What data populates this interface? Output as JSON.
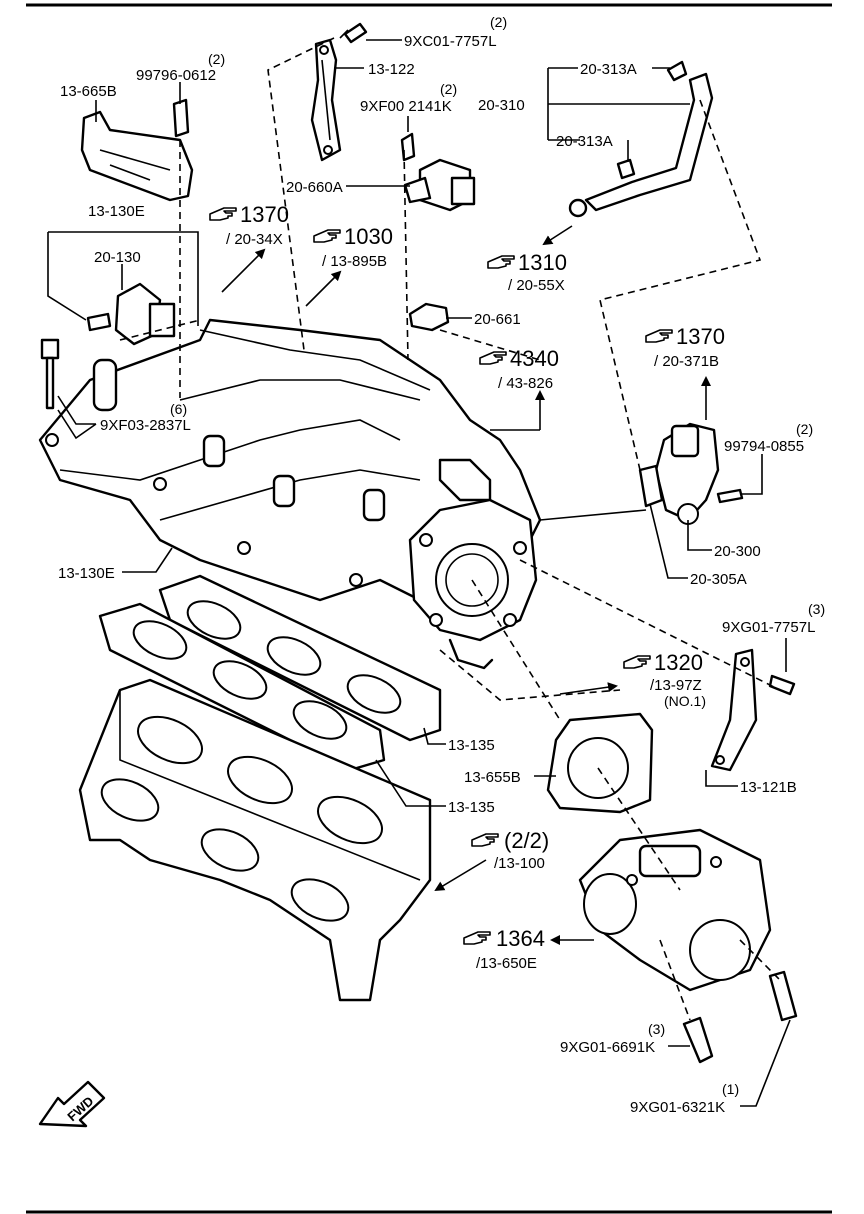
{
  "diagram": {
    "part_labels": [
      {
        "id": "p1",
        "text": "9XC01-7757L",
        "qty": "(2)"
      },
      {
        "id": "p2",
        "text": "13-122",
        "qty": ""
      },
      {
        "id": "p3",
        "text": "9XF00 2141K",
        "qty": "(2)"
      },
      {
        "id": "p4",
        "text": "20-660A",
        "qty": ""
      },
      {
        "id": "p5",
        "text": "13-665B",
        "qty": ""
      },
      {
        "id": "p6",
        "text": "99796-0612",
        "qty": "(2)"
      },
      {
        "id": "p7",
        "text": "13-130E",
        "qty": ""
      },
      {
        "id": "p8",
        "text": "20-130",
        "qty": ""
      },
      {
        "id": "p9",
        "text": "20-313A",
        "qty": ""
      },
      {
        "id": "p10",
        "text": "20-310",
        "qty": ""
      },
      {
        "id": "p11",
        "text": "20-313A",
        "qty": ""
      },
      {
        "id": "p12",
        "text": "20-661",
        "qty": ""
      },
      {
        "id": "p13",
        "text": "9XF03-2837L",
        "qty": "(6)"
      },
      {
        "id": "p14",
        "text": "99794-0855",
        "qty": "(2)"
      },
      {
        "id": "p15",
        "text": "20-300",
        "qty": ""
      },
      {
        "id": "p16",
        "text": "20-305A",
        "qty": ""
      },
      {
        "id": "p17",
        "text": "13-130E",
        "qty": ""
      },
      {
        "id": "p18",
        "text": "9XG01-7757L",
        "qty": "(3)"
      },
      {
        "id": "p19",
        "text": "13-135",
        "qty": ""
      },
      {
        "id": "p20",
        "text": "13-135",
        "qty": ""
      },
      {
        "id": "p21",
        "text": "13-655B",
        "qty": ""
      },
      {
        "id": "p22",
        "text": "13-121B",
        "qty": ""
      },
      {
        "id": "p23",
        "text": "9XG01-6691K",
        "qty": "(3)"
      },
      {
        "id": "p24",
        "text": "9XG01-6321K",
        "qty": "(1)"
      }
    ],
    "references": [
      {
        "id": "r1",
        "number": "1370",
        "sub": "/ 20-34X",
        "note": ""
      },
      {
        "id": "r2",
        "number": "1030",
        "sub": "/ 13-895B",
        "note": ""
      },
      {
        "id": "r3",
        "number": "1310",
        "sub": "/ 20-55X",
        "note": ""
      },
      {
        "id": "r4",
        "number": "1370",
        "sub": "/ 20-371B",
        "note": ""
      },
      {
        "id": "r5",
        "number": "4340",
        "sub": "/ 43-826",
        "note": ""
      },
      {
        "id": "r6",
        "number": "1320",
        "sub": "/13-97Z",
        "note": "(NO.1)"
      },
      {
        "id": "r7",
        "number": "(2/2)",
        "sub": "/13-100",
        "note": ""
      },
      {
        "id": "r8",
        "number": "1364",
        "sub": "/13-650E",
        "note": ""
      }
    ],
    "direction_label": "FWD",
    "reference_icon": "pointing-hand-icon"
  }
}
